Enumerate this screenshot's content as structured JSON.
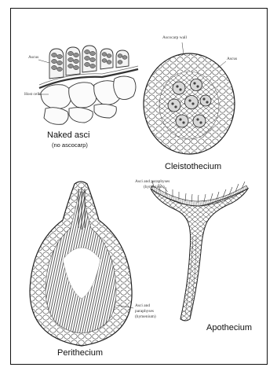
{
  "figure": {
    "panels": [
      {
        "name": "naked-asci",
        "title": "Naked asci",
        "subtitle": "(no ascocarp)",
        "callouts": [
          "Ascus",
          "Host cells"
        ]
      },
      {
        "name": "cleistothecium",
        "title": "Cleistothecium",
        "callouts": [
          "Ascocarp wall",
          "Ascus"
        ]
      },
      {
        "name": "perithecium",
        "title": "Perithecium",
        "callouts": [
          "Asci and",
          "paraphyses",
          "(hymenium)"
        ]
      },
      {
        "name": "apothecium",
        "title": "Apothecium",
        "callouts": [
          "Asci and paraphyses",
          "(hymenium)"
        ]
      }
    ]
  }
}
